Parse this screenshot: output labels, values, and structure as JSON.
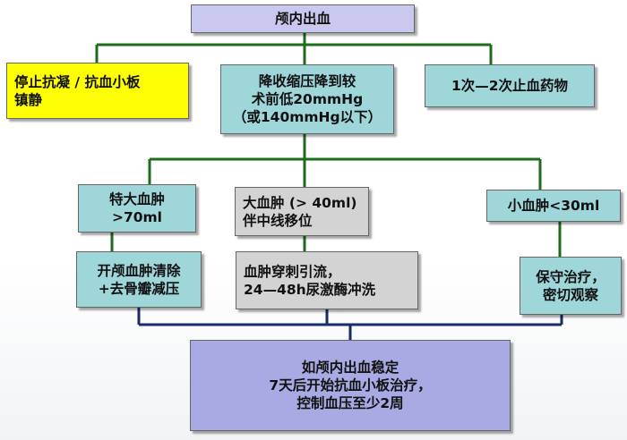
{
  "nodes": {
    "root": "颅内出血",
    "stop_anticoag": "停止抗凝 / 抗血小板\n镇静",
    "bp_lower": "降收缩压降到较\n术前低20mmHg\n（或140mmHg以下）",
    "hemostatic": "1次—2次止血药物",
    "huge_hematoma": "特大血肿\n>70ml",
    "large_hematoma": "大血肿 (> 40ml)\n伴中线移位",
    "small_hematoma": "小血肿<30ml",
    "craniotomy": "开颅血肿清除\n+去骨瓣减压",
    "puncture": "血肿穿刺引流，\n24—48h尿激酶冲洗",
    "conservative": "保守治疗，\n密切观察",
    "final": "如颅内出血稳定\n7天后开始抗血小板治疗，\n控制血压至少2周"
  },
  "colors": {
    "lavender": "#c9c9ef",
    "yellow": "#fdfd03",
    "teal": "#9fd6da",
    "gray": "#d3d3d3",
    "purple": "#a9a9e3",
    "connector_green": "#1e6b1e",
    "connector_navy": "#1a2a6c"
  }
}
